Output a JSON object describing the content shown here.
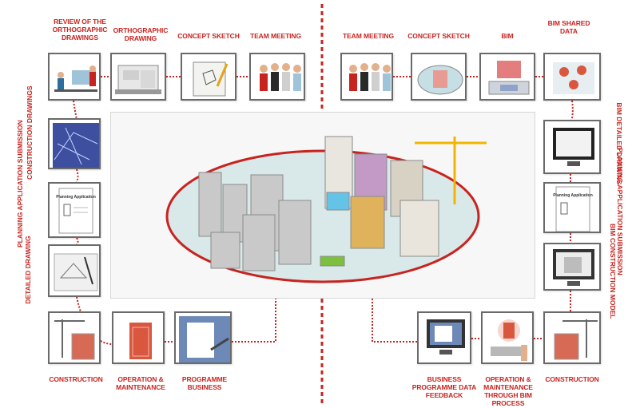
{
  "left_process": {
    "review": "REVIEW OF THE ORTHOGRAPHIC DRAWINGS",
    "orthographic": "ORTHOGRAPHIC DRAWING",
    "concept": "CONCEPT SKETCH",
    "meeting": "TEAM MEETING",
    "construction_drawings": "CONSTRUCTION DRAWINGS",
    "planning": "PLANNING APPLICATION SUBMISSION",
    "detailed": "DETAILED DRAWING",
    "construction": "CONSTRUCTION",
    "operation": "OPERATION & MAINTENANCE",
    "programme": "PROGRAMME BUSINESS"
  },
  "right_process": {
    "meeting": "TEAM MEETING",
    "concept": "CONCEPT SKETCH",
    "bim": "BIM",
    "shared": "BIM SHARED DATA",
    "detailed": "BIM DETAILED DRAWING",
    "planning": "PLANNING APPLICATION SUBMISSION",
    "model": "BIM CONSTRUCTION MODEL",
    "construction": "CONSTRUCTION",
    "operation": "OPERATION & MAINTENANCE THROUGH BIM PROCESS",
    "feedback": "BUSINESS PROGRAMME DATA FEEDBACK"
  },
  "planning_doc_text": "Planning Application",
  "colors": {
    "accent": "#c8241f",
    "frame": "#6a6a6a",
    "ellipse_fill": "#d9e9ea"
  }
}
